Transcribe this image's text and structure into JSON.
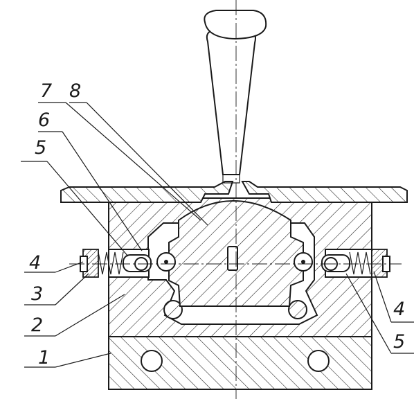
{
  "callouts": {
    "c1": "1",
    "c2": "2",
    "c3": "3",
    "c4_left": "4",
    "c4_right": "4",
    "c5_left": "5",
    "c5_right": "5",
    "c6": "6",
    "c7": "7",
    "c8": "8"
  }
}
